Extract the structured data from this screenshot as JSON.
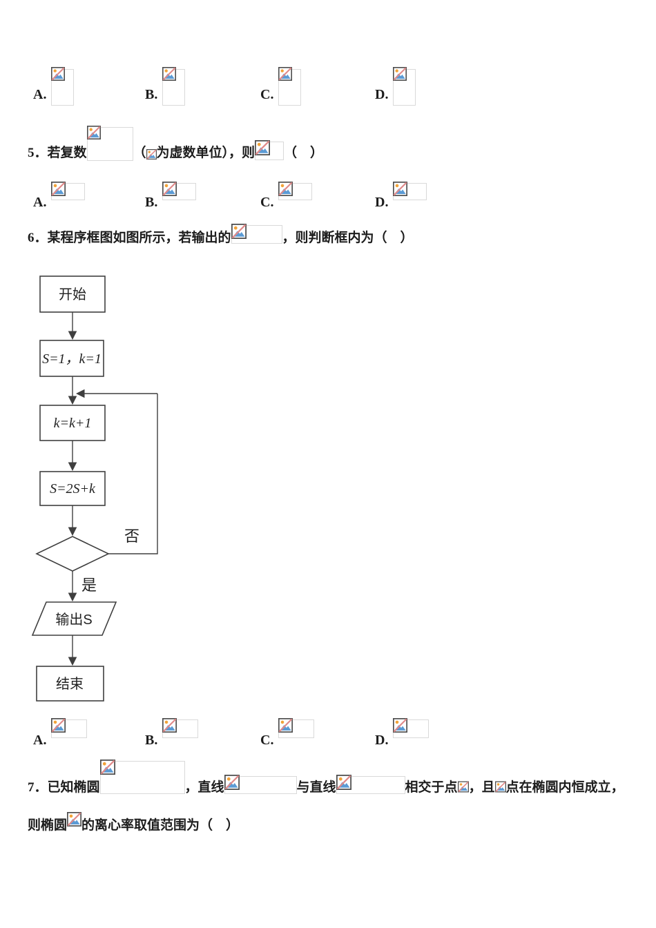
{
  "document": {
    "option_rows": [
      {
        "labels": [
          "A.",
          "B.",
          "C.",
          "D."
        ]
      },
      {
        "labels": [
          "A.",
          "B.",
          "C.",
          "D."
        ]
      },
      {
        "labels": [
          "A.",
          "B.",
          "C.",
          "D."
        ]
      }
    ],
    "q5": {
      "seg1": "5．若复数",
      "seg2": "（",
      "seg3": "为虚数单位），则",
      "seg4": "（　）"
    },
    "q6": {
      "seg1": "6．某程序框图如图所示，若输出的",
      "seg2": "，则判断框内为（　）"
    },
    "q7": {
      "seg1": "7．已知椭圆",
      "seg2": "，直线",
      "seg3": "与直线",
      "seg4": "相交于点",
      "seg5": "，且",
      "seg6": "点在椭圆内恒成立，",
      "seg7": "则椭圆",
      "seg8": "的离心率取值范围为（　）"
    }
  },
  "flowchart": {
    "start": "开始",
    "init": "S=1，k=1",
    "step": "k=k+1",
    "acc": "S=2S+k",
    "no": "否",
    "yes": "是",
    "output": "输出S",
    "end": "结束"
  },
  "icons": {
    "placeholder": "broken-image-icon"
  },
  "colors": {
    "page_bg": "#ffffff",
    "text": "#1c1c1c",
    "flow_line": "#3f3f3f",
    "placeholder_border": "#d9d9d9",
    "icon_border": "#4d4d4d",
    "icon_sun": "#f2a33a",
    "icon_mountain": "#5b9bd5",
    "icon_slash": "#e08a8a"
  }
}
